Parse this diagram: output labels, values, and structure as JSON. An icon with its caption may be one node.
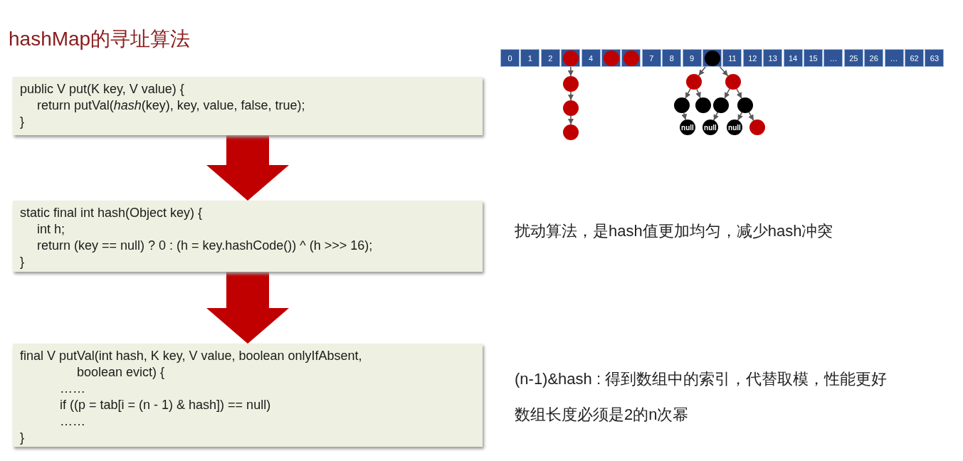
{
  "diagram": {
    "title": "hashMap的寻址算法",
    "nodes": [
      {
        "text": [
          "public V put(K key, V value) {",
          "return putVal(*hash*(key), key, value, false, true);",
          "}"
        ]
      },
      {
        "text": [
          "static final int hash(Object key) {",
          "int h;",
          "return (key == null) ? 0 : (h = key.hashCode()) ^ (h >>> 16);",
          "}"
        ]
      },
      {
        "text": [
          "final V putVal(int hash, K key, V value, boolean onlyIfAbsent,",
          "boolean evict) {",
          "……",
          "if ((p = tab[i = (n - 1) & hash]) == null)",
          "……",
          "}"
        ]
      },
      {
        "text": [
          "0"
        ]
      },
      {
        "text": [
          "1"
        ]
      },
      {
        "text": [
          "2"
        ]
      },
      {
        "text": [],
        "shape": "box"
      },
      {
        "text": [
          "4"
        ]
      },
      {
        "text": [],
        "shape": "box"
      },
      {
        "text": [],
        "shape": "box"
      },
      {
        "text": [
          "7"
        ]
      },
      {
        "text": [
          "8"
        ]
      },
      {
        "text": [
          "9"
        ]
      },
      {
        "text": [],
        "shape": "box"
      },
      {
        "text": [
          "11"
        ]
      },
      {
        "text": [
          "12"
        ]
      },
      {
        "text": [
          "13"
        ]
      },
      {
        "text": [
          "14"
        ]
      },
      {
        "text": [
          "15"
        ]
      },
      {
        "text": [
          "…"
        ]
      },
      {
        "text": [
          "25"
        ]
      },
      {
        "text": [
          "26"
        ]
      },
      {
        "text": [
          "…"
        ]
      },
      {
        "text": [
          "62"
        ]
      },
      {
        "text": [
          "63"
        ]
      },
      {
        "text": [],
        "shape": "circle",
        "in": 6
      },
      {
        "text": [],
        "shape": "circle",
        "in": 8
      },
      {
        "text": [],
        "shape": "circle",
        "in": 9
      },
      {
        "text": [],
        "shape": "circle",
        "in": 13
      },
      {
        "text": [],
        "shape": "circle"
      },
      {
        "text": [],
        "shape": "circle"
      },
      {
        "text": [],
        "shape": "circle"
      },
      {
        "text": [],
        "shape": "circle"
      },
      {
        "text": [],
        "shape": "circle"
      },
      {
        "text": [],
        "shape": "circle"
      },
      {
        "text": [],
        "shape": "circle"
      },
      {
        "text": [],
        "shape": "circle"
      },
      {
        "text": [],
        "shape": "circle"
      },
      {
        "text": [
          "null"
        ]
      },
      {
        "text": [
          "null"
        ]
      },
      {
        "text": [
          "null"
        ]
      },
      {
        "text": [],
        "shape": "circle"
      }
    ],
    "edges": [
      {
        "from": 0,
        "to": 1,
        "arrow": "to",
        "style": "thick",
        "color": "#c00000"
      },
      {
        "from": 1,
        "to": 2,
        "arrow": "to",
        "style": "thick",
        "color": "#c00000"
      },
      {
        "from": 25,
        "to": 29,
        "arrow": "to"
      },
      {
        "from": 29,
        "to": 30,
        "arrow": "to"
      },
      {
        "from": 30,
        "to": 31,
        "arrow": "to"
      },
      {
        "from": 28,
        "to": 32,
        "arrow": "to"
      },
      {
        "from": 28,
        "to": 33,
        "arrow": "to"
      },
      {
        "from": 32,
        "to": 34,
        "arrow": "to"
      },
      {
        "from": 32,
        "to": 35,
        "arrow": "to"
      },
      {
        "from": 33,
        "to": 36,
        "arrow": "to"
      },
      {
        "from": 33,
        "to": 37,
        "arrow": "to"
      },
      {
        "from": 34,
        "to": 38,
        "arrow": "to"
      },
      {
        "from": 36,
        "to": 39,
        "arrow": "to"
      },
      {
        "from": 37,
        "to": 40,
        "arrow": "to"
      },
      {
        "from": 37,
        "to": 41,
        "arrow": "to"
      }
    ],
    "labels": [
      "扰动算法，是hash值更加均匀，减少hash冲突",
      "(n-1)&hash : 得到数组中的索引，代替取模，性能更好",
      "数组长度必须是2的n次幂"
    ]
  }
}
